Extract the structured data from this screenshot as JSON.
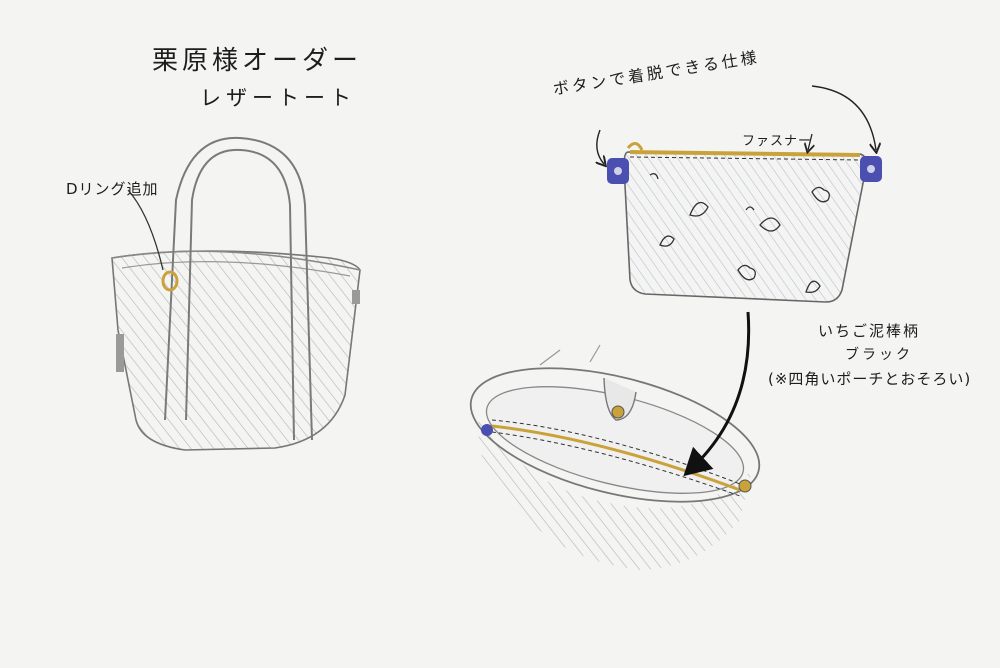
{
  "labels": {
    "title": "栗原様オーダー",
    "subtitle": "レザートート",
    "d_ring": "Dリング追加",
    "button_spec": "ボタンで着脱できる仕様",
    "fastener": "ファスナー",
    "pattern": "いちご泥棒柄",
    "color": "ブラック",
    "matching": "(※四角いポーチとおそろい)"
  },
  "colors": {
    "paper": "#f4f4f2",
    "ink": "#1d1d1d",
    "pencil": "#9a9a9a",
    "zipper_gold": "#c9a23a",
    "snap_blue": "#4a4fb0",
    "d_ring_gold": "#c9a23a"
  }
}
